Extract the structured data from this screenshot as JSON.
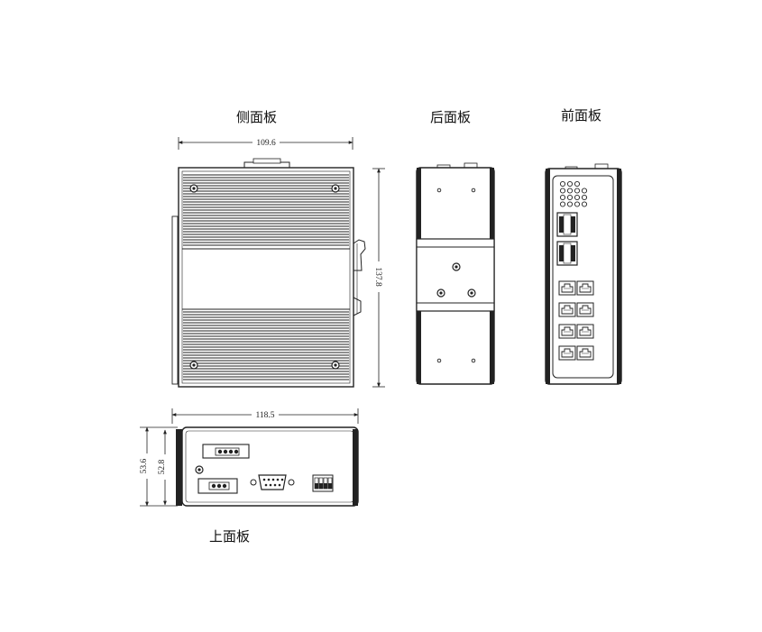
{
  "views": {
    "side": "侧面板",
    "rear": "后面板",
    "front": "前面板",
    "top": "上面板"
  },
  "dimensions": {
    "side_width": "109.6",
    "side_height": "137.8",
    "top_width": "118.5",
    "top_outer_height": "53.6",
    "top_inner_height": "52.8"
  }
}
